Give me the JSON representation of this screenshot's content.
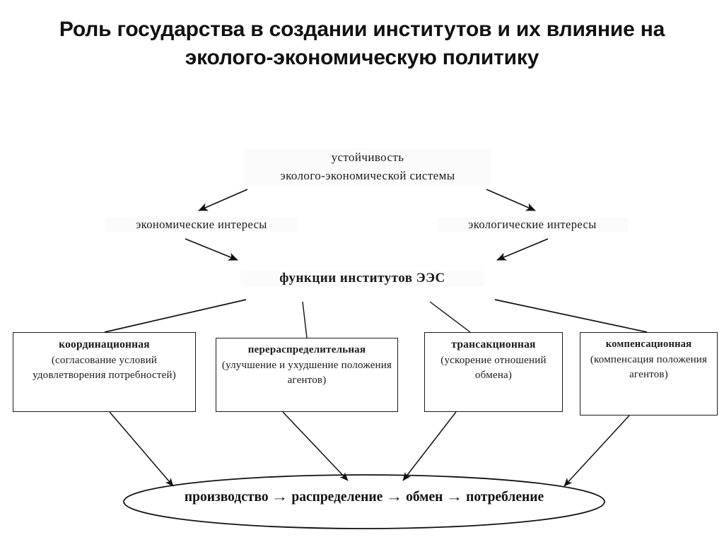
{
  "title": "Роль государства в создании институтов и их влияние на эколого-экономическую политику",
  "nodes": {
    "stability": "устойчивость\nэколого-экономической системы",
    "stability_line1": "устойчивость",
    "stability_line2": "эколого-экономической системы",
    "economic_interests": "экономические интересы",
    "ecological_interests": "экологические интересы",
    "functions": "функции институтов ЭЭС"
  },
  "functions": [
    {
      "title": "координационная",
      "desc": "(согласование условий удовлетворения потребностей)"
    },
    {
      "title": "перераспределительная",
      "desc": "(улучшение и ухудшение положения агентов)"
    },
    {
      "title": "трансакционная",
      "desc": "(ускорение отношений обмена)"
    },
    {
      "title": "компенсационная",
      "desc": "(компенсация положения агентов)"
    }
  ],
  "process_chain": {
    "steps": [
      "производство",
      "распределение",
      "обмен",
      "потребление"
    ],
    "arrow_glyph": "→",
    "step_0": "производство",
    "step_1": "распределение",
    "step_2": "обмен",
    "step_3": "потребление"
  },
  "colors": {
    "stroke": "#1a1a1a",
    "text": "#111111",
    "background": "#ffffff",
    "node_fill": "#fbfbfb"
  }
}
